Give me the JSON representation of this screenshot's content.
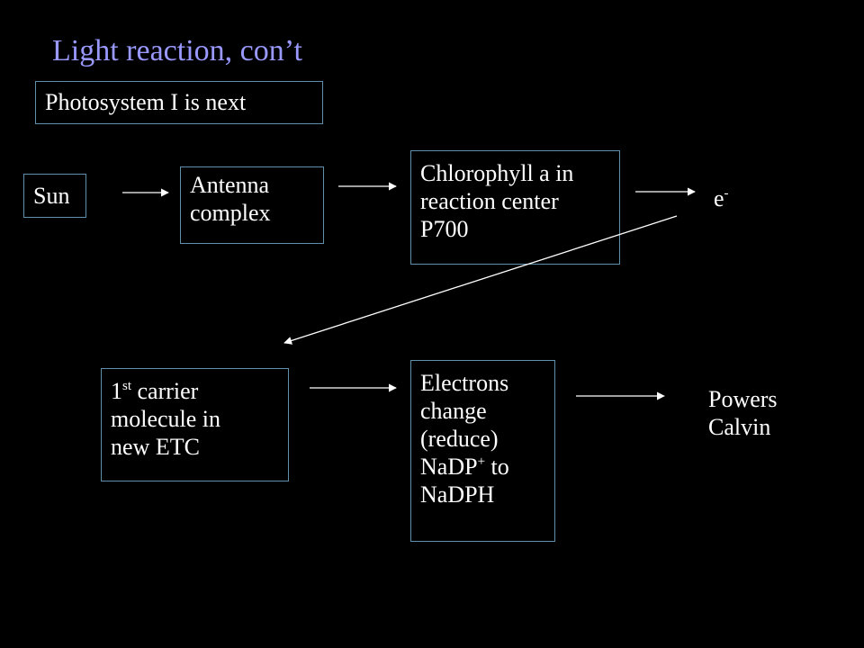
{
  "slide": {
    "title": "Light reaction, con’t",
    "subtitle": "Photosystem I is next"
  },
  "nodes": {
    "sun": {
      "label": "Sun"
    },
    "antenna": {
      "lines": [
        "Antenna",
        "complex"
      ]
    },
    "chlorophyll": {
      "lines": [
        "Chlorophyll a in",
        "reaction center",
        "P700"
      ]
    },
    "electron": {
      "base": "e",
      "sup": "-"
    },
    "carrier": {
      "line1_base": "1",
      "line1_sup": "st",
      "line1_rest": " carrier",
      "line2": "molecule in",
      "line3": "new ETC"
    },
    "electrons_change": {
      "line1": "Electrons",
      "line2": "change",
      "line3": "(reduce)",
      "line4_base": "NaDP",
      "line4_sup": "+",
      "line4_rest": " to",
      "line5": "NaDPH"
    },
    "powers": {
      "lines": [
        "Powers",
        "Calvin"
      ]
    }
  },
  "colors": {
    "title": "#9999ff",
    "box_border": "#5f8fa9",
    "arrow": "#ffffff",
    "background": "#000000"
  }
}
